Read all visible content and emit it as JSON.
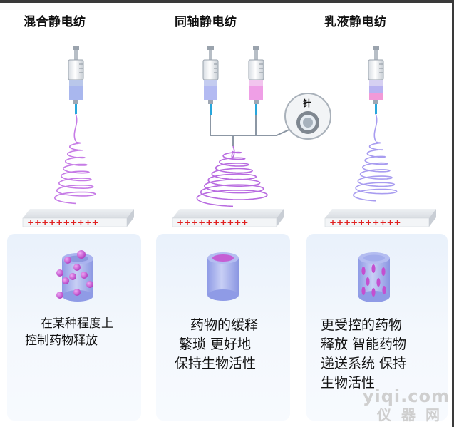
{
  "titles": {
    "mixed": "混合静电纺",
    "coaxial": "同轴静电纺",
    "emulsion": "乳液静电纺"
  },
  "needle_label": "针",
  "descriptions": {
    "mixed": [
      "在某种程度上",
      "控制药物释放"
    ],
    "coaxial": [
      "药物的缓释",
      "繁琐 更好地",
      "保持生物活性"
    ],
    "emulsion": [
      "更受控的药物",
      "释放 智能药物",
      "递送系统 保持",
      "生物活性"
    ]
  },
  "collector_marks": "++++++++++",
  "watermark": {
    "line1": "yiqi.com",
    "line2": "仪器网"
  },
  "colors": {
    "fiber_mixed": "#c67be6",
    "fiber_coaxial": "#b86be0",
    "fiber_emulsion": "#a89cf0",
    "panel_bg": "#eaf2fb",
    "drug_dot": "#c04fcf",
    "plus_red": "#e02020"
  }
}
